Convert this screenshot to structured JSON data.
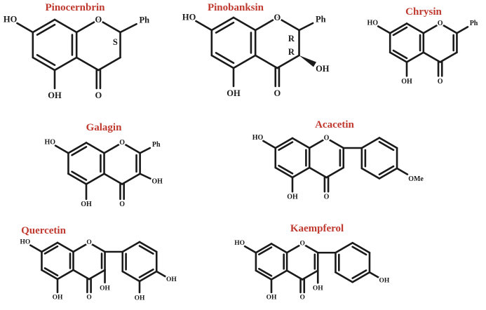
{
  "figure": "flavonoid-structures",
  "colors": {
    "title": "#c0392f",
    "bond": "#1a1a1a"
  },
  "molecules": [
    {
      "name": "Pinocernbrin",
      "labels": [
        "HO",
        "O",
        "OH",
        "O",
        "Ph",
        "S"
      ]
    },
    {
      "name": "Pinobanksin",
      "labels": [
        "HO",
        "O",
        "OH",
        "O",
        "Ph",
        "R",
        "R",
        "OH"
      ]
    },
    {
      "name": "Chrysin",
      "labels": [
        "HO",
        "O",
        "OH",
        "O",
        "Ph"
      ]
    },
    {
      "name": "Galagin",
      "labels": [
        "HO",
        "O",
        "OH",
        "O",
        "Ph",
        "OH"
      ]
    },
    {
      "name": "Acacetin",
      "labels": [
        "HO",
        "O",
        "OH",
        "O",
        "OMe"
      ]
    },
    {
      "name": "Quercetin",
      "labels": [
        "HO",
        "O",
        "OH",
        "O",
        "OH",
        "OH",
        "OH"
      ]
    },
    {
      "name": "Kaempferol",
      "labels": [
        "HO",
        "O",
        "OH",
        "O",
        "OH",
        "OH"
      ]
    }
  ]
}
